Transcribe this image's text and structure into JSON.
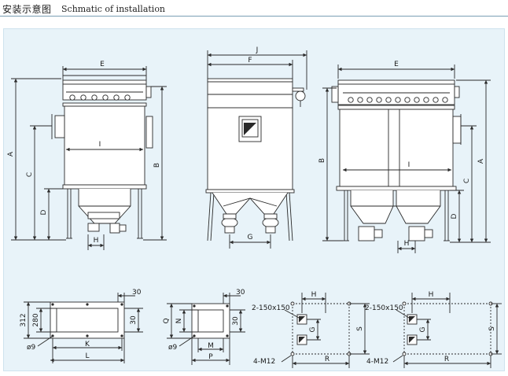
{
  "header": {
    "title_cn": "安装示意图",
    "title_en": "Schmatic of installation"
  },
  "colors": {
    "line": "#2a2a2a",
    "panel_background": "#e8f3f9",
    "header_rule": "#7a9fb5"
  },
  "views": {
    "front_left": {
      "labels": {
        "E": "E",
        "I": "I",
        "A": "A",
        "B": "B",
        "C": "C",
        "D": "D",
        "H": "H"
      }
    },
    "side": {
      "labels": {
        "J": "J",
        "F": "F",
        "G": "G"
      }
    },
    "front_right": {
      "labels": {
        "E": "E",
        "I": "I",
        "A": "A",
        "B": "B",
        "C": "C",
        "D": "D",
        "H": "H"
      }
    }
  },
  "flanges": {
    "inlet": {
      "dim_top": "30",
      "dim_right": "30",
      "dim_left_outer": "312",
      "dim_left_inner": "280",
      "hole": "ø9",
      "K": "K",
      "L": "L"
    },
    "outlet": {
      "dim_top": "30",
      "dim_right": "30",
      "Q": "Q",
      "N": "N",
      "hole": "ø9",
      "M": "M",
      "P": "P"
    }
  },
  "foundations": {
    "left": {
      "holes": "2-150x150",
      "bolts": "4-M12",
      "H": "H",
      "G": "G",
      "S": "S",
      "R": "R"
    },
    "right": {
      "holes": "2-150x150",
      "bolts": "4-M12",
      "H": "H",
      "G": "G",
      "S": "S",
      "R": "R"
    }
  }
}
